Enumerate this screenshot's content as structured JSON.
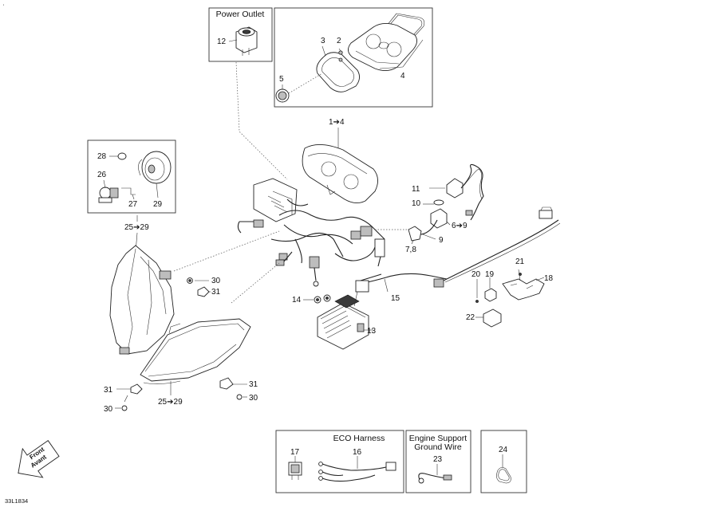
{
  "diagram_code": "33L1834",
  "front_arrow": {
    "line1": "Front",
    "line2": "Avant"
  },
  "boxes": {
    "power_outlet": {
      "title": "Power Outlet"
    },
    "eco_harness": {
      "title": "ECO Harness"
    },
    "engine_support": {
      "title_line1": "Engine Support",
      "title_line2": "Ground Wire"
    }
  },
  "callouts": {
    "c1to4": "1➔4",
    "c2": "2",
    "c3": "3",
    "c4": "4",
    "c5": "5",
    "c6to9": "6➔9",
    "c7_8": "7,8",
    "c9": "9",
    "c10": "10",
    "c11": "11",
    "c12": "12",
    "c13": "13",
    "c14": "14",
    "c15": "15",
    "c16": "16",
    "c17": "17",
    "c18": "18",
    "c19": "19",
    "c20": "20",
    "c21": "21",
    "c22": "22",
    "c23": "23",
    "c24": "24",
    "c25to29_top": "25➔29",
    "c25to29_bottom": "25➔29",
    "c26": "26",
    "c27": "27",
    "c28": "28",
    "c29": "29",
    "c30_a": "30",
    "c30_b": "30",
    "c30_c": "30",
    "c31_a": "31",
    "c31_b": "31",
    "c31_c": "31"
  }
}
